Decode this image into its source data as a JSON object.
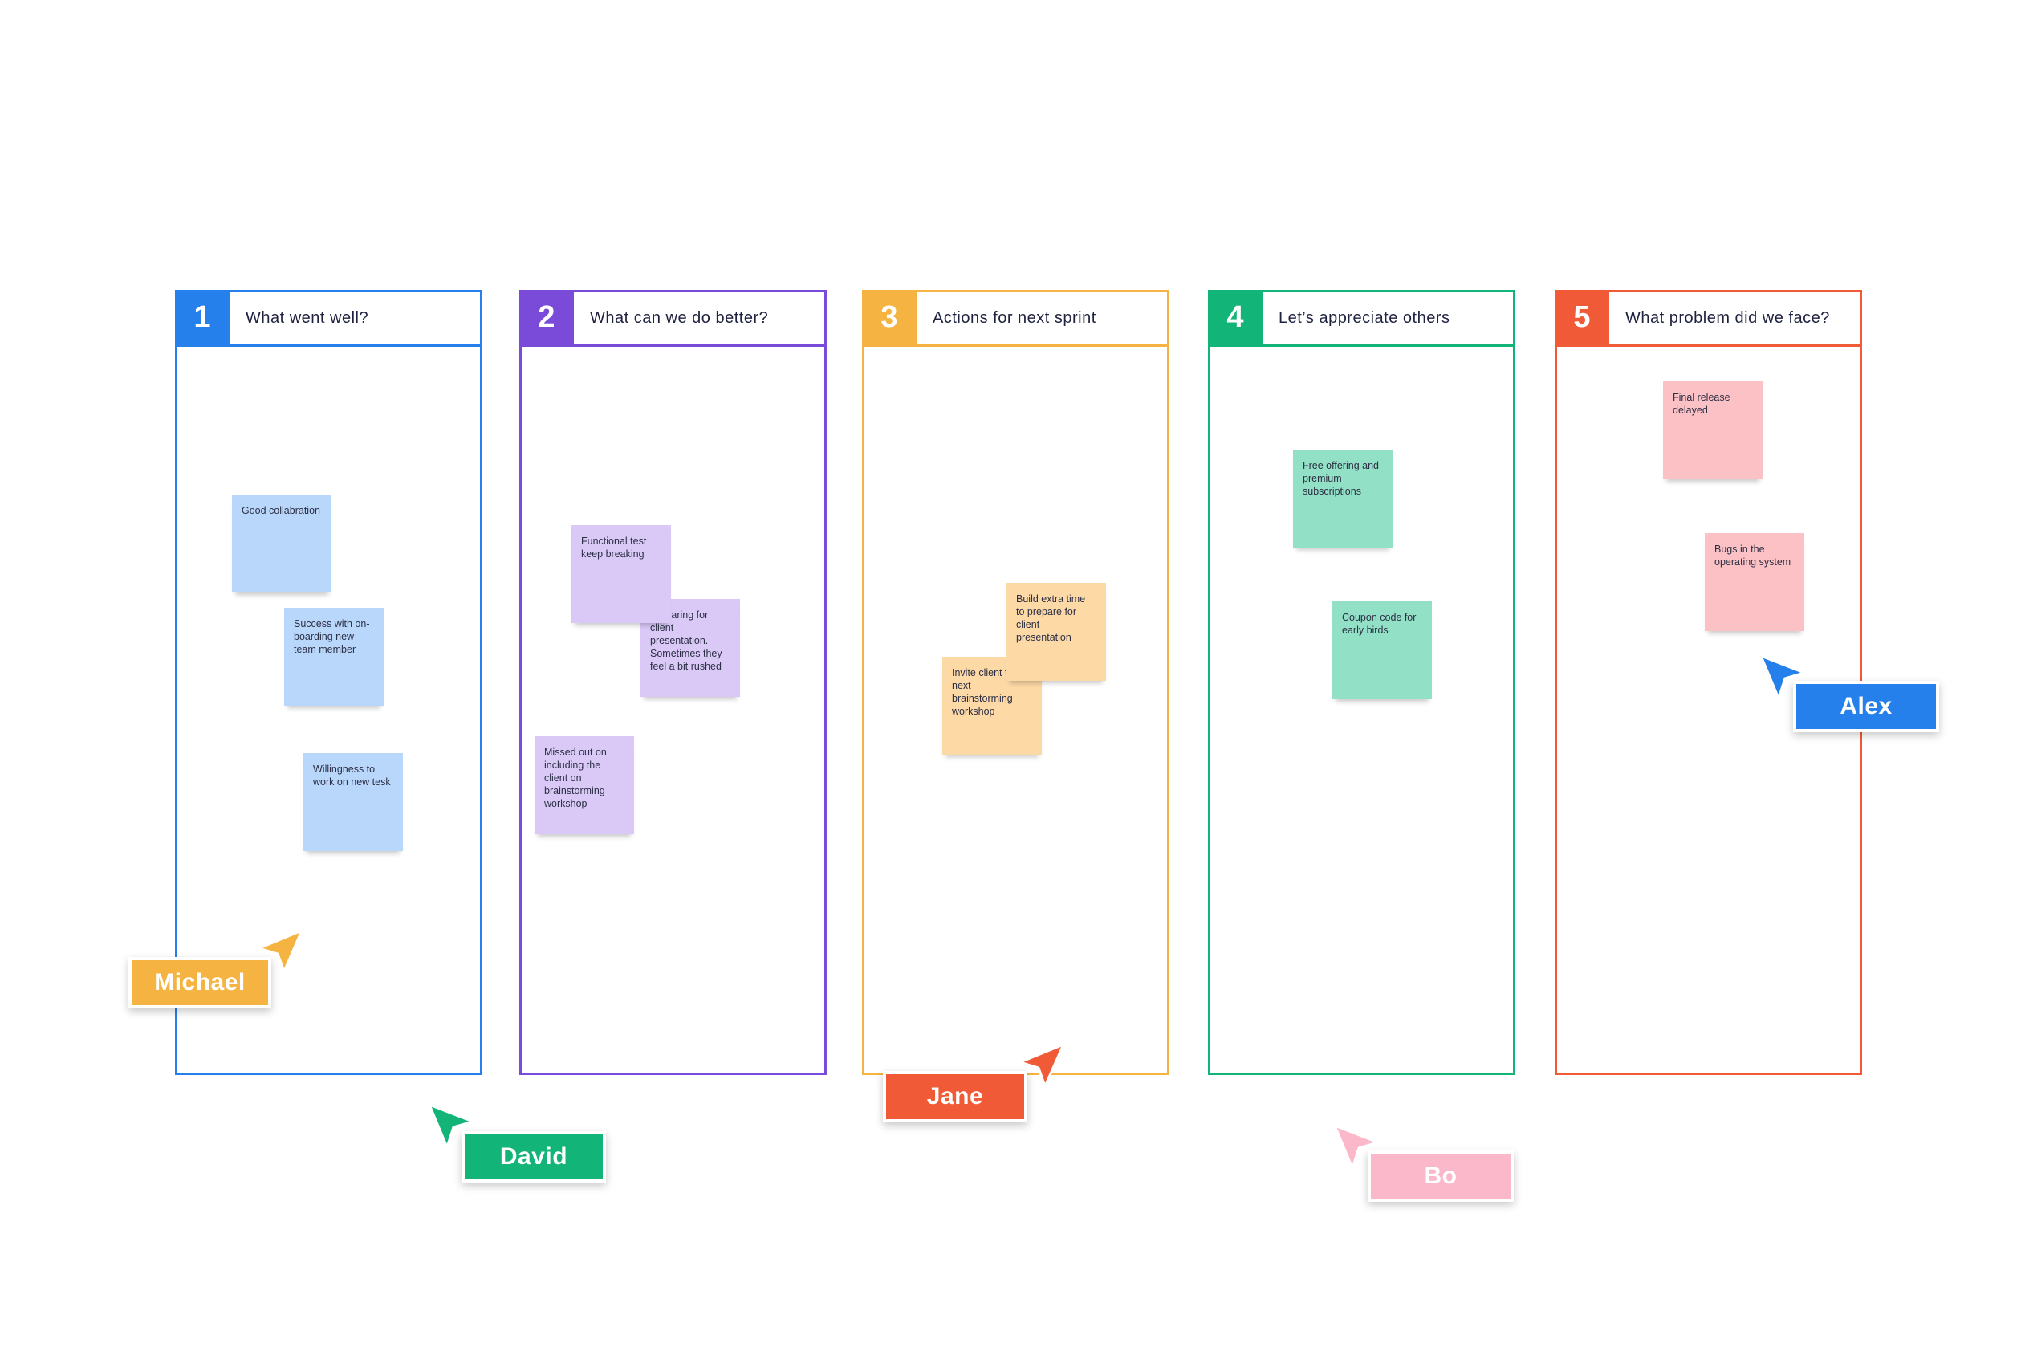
{
  "columns": [
    {
      "number": "1",
      "title": "What went well?",
      "color": "#2680eb"
    },
    {
      "number": "2",
      "title": "What can we do better?",
      "color": "#7a4ad9"
    },
    {
      "number": "3",
      "title": "Actions for next sprint",
      "color": "#f5b342"
    },
    {
      "number": "4",
      "title": "Let’s appreciate others",
      "color": "#12b478"
    },
    {
      "number": "5",
      "title": "What problem did we face?",
      "color": "#f05a37"
    }
  ],
  "notes": {
    "c1_good_collaboration": "Good collabration",
    "c1_onboarding": "Success with on-boarding new team member",
    "c1_willingness": "Willingness to work on new tesk",
    "c2_functional_test": "Functional test keep breaking",
    "c2_preparing": "Preparing for client presentation. Sometimes they feel a bit rushed",
    "c2_missed_out": "Missed out on including the client on brainstorming workshop",
    "c3_build_extra": "Build extra time to prepare for client presentation",
    "c3_invite_client": "Invite client to the next brainstorming workshop",
    "c4_free_offering": "Free offering and premium subscriptions",
    "c4_coupon": "Coupon code for early birds",
    "c5_final_release": "Final release delayed",
    "c5_bugs": "Bugs in the operating system"
  },
  "collaborators": [
    {
      "name": "Michael",
      "color": "#f5b342",
      "icon": "cursor-arrow-icon"
    },
    {
      "name": "David",
      "color": "#12b478",
      "icon": "cursor-arrow-icon"
    },
    {
      "name": "Jane",
      "color": "#f05a37",
      "icon": "cursor-arrow-icon"
    },
    {
      "name": "Bo",
      "color": "#fbb8cb",
      "icon": "cursor-arrow-icon"
    },
    {
      "name": "Alex",
      "color": "#2680eb",
      "icon": "cursor-arrow-icon"
    }
  ]
}
